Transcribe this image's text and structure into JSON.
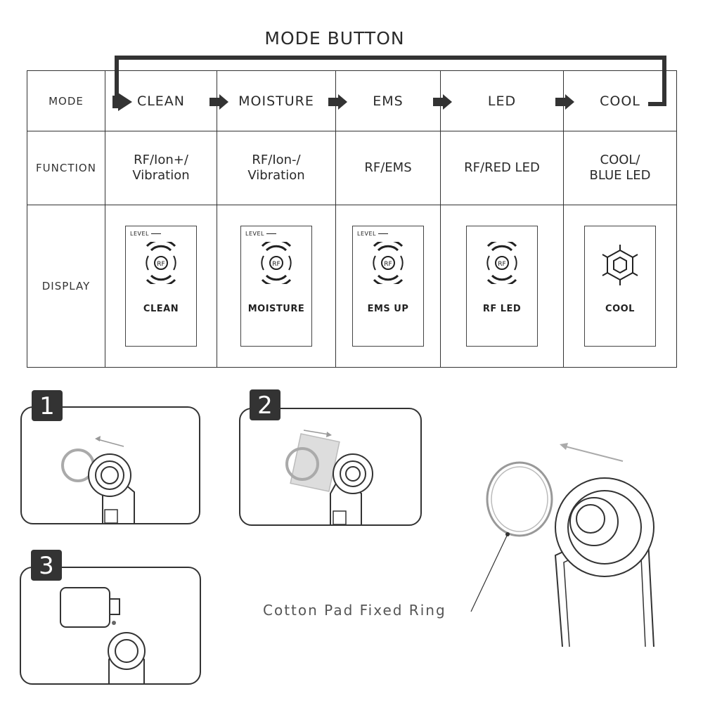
{
  "title": "MODE BUTTON",
  "row_headers": {
    "mode": "MODE",
    "function": "FUNCTION",
    "display": "DISPLAY"
  },
  "modes": [
    {
      "name": "CLEAN",
      "function": "RF/Ion+/\nVibration",
      "display_label": "CLEAN",
      "level_label": "LEVEL",
      "icon": "rf-icon"
    },
    {
      "name": "MOISTURE",
      "function": "RF/Ion-/\nVibration",
      "display_label": "MOISTURE",
      "level_label": "LEVEL",
      "icon": "rf-icon"
    },
    {
      "name": "EMS",
      "function": "RF/EMS",
      "display_label": "EMS UP",
      "level_label": "LEVEL",
      "icon": "rf-icon"
    },
    {
      "name": "LED",
      "function": "RF/RED LED",
      "display_label": "RF LED",
      "level_label": "",
      "icon": "rf-icon"
    },
    {
      "name": "COOL",
      "function": "COOL/\nBLUE LED",
      "display_label": "COOL",
      "level_label": "",
      "icon": "snowflake-icon"
    }
  ],
  "steps": [
    "1",
    "2",
    "3"
  ],
  "caption": "Cotton Pad Fixed Ring"
}
